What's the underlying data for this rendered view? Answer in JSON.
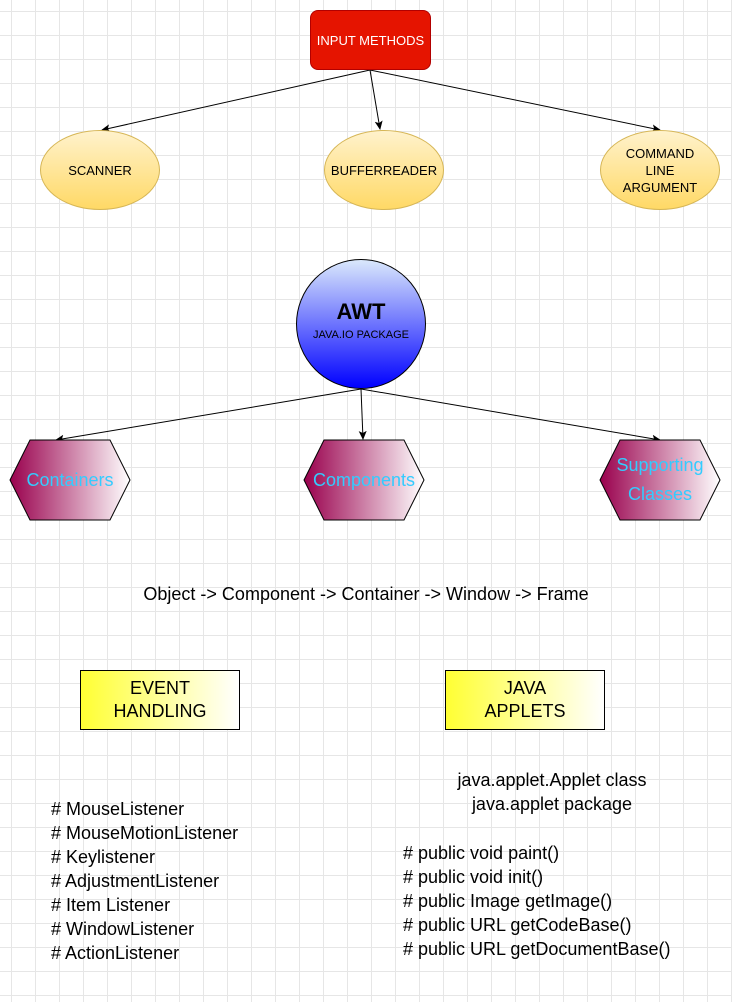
{
  "input_methods": {
    "root": "INPUT METHODS",
    "children": [
      "SCANNER",
      "BUFFERREADER",
      "COMMAND\nLINE\nARGUMENT"
    ]
  },
  "awt": {
    "title": "AWT",
    "subtitle": "JAVA.IO PACKAGE",
    "children": [
      "Containers",
      "Components",
      "Supporting\nClasses"
    ]
  },
  "hierarchy_chain": "Object -> Component -> Container -> Window -> Frame",
  "event_handling": {
    "title": "EVENT\nHANDLING",
    "listeners": [
      "# MouseListener",
      "# MouseMotionListener",
      "# Keylistener",
      "# AdjustmentListener",
      "# Item Listener",
      "# WindowListener",
      "# ActionListener"
    ]
  },
  "java_applets": {
    "title": "JAVA\nAPPLETS",
    "info": [
      "java.applet.Applet class",
      "java.applet package"
    ],
    "methods": [
      "# public void paint()",
      "# public void init()",
      "# public Image getImage()",
      "# public URL getCodeBase()",
      "# public URL getDocumentBase()"
    ]
  },
  "colors": {
    "root_fill": "#e51400",
    "ellipse_fill": "#ffd966",
    "awt_fill": "#0000ff",
    "hexagon_fill": "#99004d",
    "hexagon_text": "#33ccff",
    "box_fill": "#ffff33"
  }
}
